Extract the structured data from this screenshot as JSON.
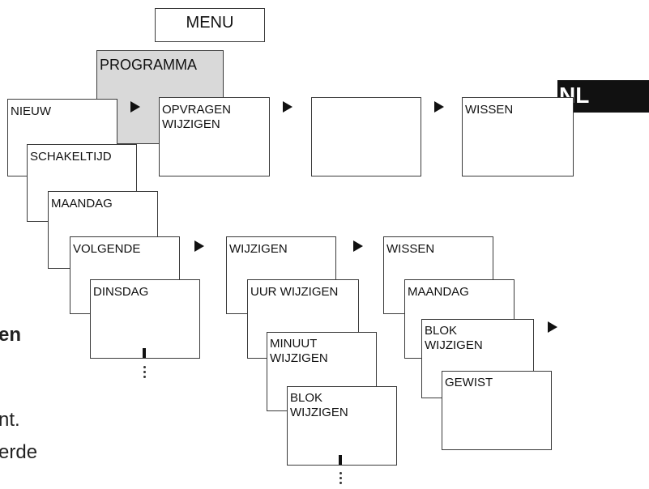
{
  "menu_label": "MENU",
  "programma_label": "PROGRAMMA",
  "language_badge": "NL",
  "top_row": {
    "nieuw": "NIEUW",
    "opvragen_wijzigen": "OPVRAGEN WIJZIGEN",
    "wissen": "WISSEN"
  },
  "nieuw_stack": {
    "schakeltijd": "SCHAKELTIJD",
    "maandag": "MAANDAG",
    "volgende": "VOLGENDE",
    "dinsdag": "DINSDAG"
  },
  "wijzigen_stack": {
    "wijzigen": "WIJZIGEN",
    "uur_wijzigen": "UUR WIJZIGEN",
    "minuut_wijzigen": "MINUUT\nWIJZIGEN",
    "blok_wijzigen": "BLOK\nWIJZIGEN"
  },
  "wissen_stack": {
    "wissen": "WISSEN",
    "maandag": "MAANDAG",
    "blok_wijzigen": "BLOK\nWIJZIGEN",
    "gewist": "GEWIST"
  },
  "edge_text": [
    "en",
    "nt.",
    "erde"
  ],
  "colors": {
    "programma_bg": "#d9d9d9",
    "badge_bg": "#111111",
    "badge_text": "#ffffff",
    "border": "#3a3a3a"
  }
}
